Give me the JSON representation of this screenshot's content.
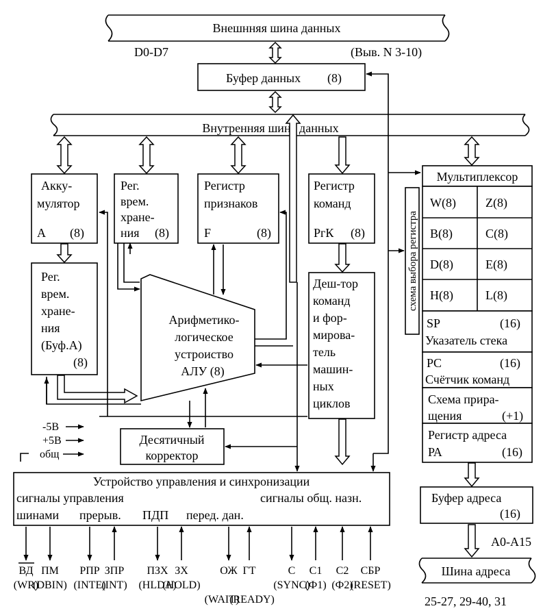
{
  "ext_bus": {
    "label": "Внешнняя шина данных",
    "d_pins": "D0-D7",
    "pin_note": "(Выв. N 3-10)"
  },
  "data_buffer": {
    "label": "Буфер данных",
    "width": "(8)"
  },
  "int_bus": {
    "label": "Внутренняя шина данных"
  },
  "accumulator": {
    "l1": "Акку-",
    "l2": "мулятор",
    "l3": "A",
    "l4": "(8)"
  },
  "temp_reg": {
    "l1": "Рег.",
    "l2": "врем.",
    "l3": "хране-",
    "l4": "ния",
    "l5": "(8)"
  },
  "flags_reg": {
    "l1": "Регистр",
    "l2": "признаков",
    "l3": "F",
    "l4": "(8)"
  },
  "cmd_reg": {
    "l1": "Регистр",
    "l2": "команд",
    "l3": "РгК",
    "l4": "(8)"
  },
  "buf_a": {
    "l1": "Рег.",
    "l2": "врем.",
    "l3": "хране-",
    "l4": "ния",
    "l5": "(Буф.А)",
    "l6": "(8)"
  },
  "alu": {
    "l1": "Арифметико-",
    "l2": "логическое",
    "l3": "устроиство",
    "l4": "АЛУ  (8)"
  },
  "decoder": {
    "l1": "Деш-тор",
    "l2": "команд",
    "l3": "и фор-",
    "l4": "мирова-",
    "l5": "тель",
    "l6": "машин-",
    "l7": "ных",
    "l8": "циклов"
  },
  "bcd": {
    "l1": "Десятичный",
    "l2": "корректор"
  },
  "power": {
    "m5": "-5В",
    "p5": "+5В",
    "gnd": "общ"
  },
  "ctrl": {
    "title": "Устройство управления и синхронизации",
    "bus_signals": "сигналы управления",
    "general": "сигналы общ. назн.",
    "buses": "шинами",
    "interrupt": "прерыв.",
    "dma": "ПДП",
    "transfer": "перед. дан."
  },
  "selector": {
    "label": "схема выбора регистра"
  },
  "multiplexer": {
    "label": "Мультиплексор"
  },
  "regs": [
    {
      "name": "W(8)"
    },
    {
      "name": "Z(8)"
    },
    {
      "name": "B(8)"
    },
    {
      "name": "C(8)"
    },
    {
      "name": "D(8)"
    },
    {
      "name": "E(8)"
    },
    {
      "name": "H(8)"
    },
    {
      "name": "L(8)"
    }
  ],
  "sp": {
    "l1": "SP",
    "w": "(16)",
    "l2": "Указатель стека"
  },
  "pc": {
    "l1": "PC",
    "w": "(16)",
    "l2": "Счётчик команд"
  },
  "inc": {
    "l1": "Схема прира-",
    "l2": "щения",
    "w": "(+1)"
  },
  "ra": {
    "l1": "Регистр адреса",
    "l2": "РА",
    "w": "(16)"
  },
  "addr_buffer": {
    "l1": "Буфер адреса",
    "w": "(16)"
  },
  "addr_pins": "A0-A15",
  "addr_bus": {
    "label": "Шина адреса",
    "pin_note": "25-27, 29-40, 31"
  },
  "signals": [
    {
      "top": "ВД",
      "bot": "(WR)",
      "bot2": "",
      "dir": "out"
    },
    {
      "top": "ПМ",
      "bot": "(DBIN)",
      "bot2": "",
      "dir": "out"
    },
    {
      "top": "РПР",
      "bot": "(INTE)",
      "bot2": "",
      "dir": "out"
    },
    {
      "top": "ЗПР",
      "bot": "(INT)",
      "bot2": "",
      "dir": "in"
    },
    {
      "top": "ПЗХ",
      "bot": "(HLDA)",
      "bot2": "",
      "dir": "out"
    },
    {
      "top": "ЗХ",
      "bot": "(HOLD)",
      "bot2": "",
      "dir": "in"
    },
    {
      "top": "ОЖ",
      "bot": "",
      "bot2": "(WAIT)",
      "dir": "out"
    },
    {
      "top": "ГТ",
      "bot": "",
      "bot2": "(READY)",
      "dir": "in"
    },
    {
      "top": "С",
      "bot": "(SYNC)",
      "bot2": "",
      "dir": "out"
    },
    {
      "top": "С1",
      "bot": "(Ф1)",
      "bot2": "",
      "dir": "in"
    },
    {
      "top": "С2",
      "bot": "(Ф2)",
      "bot2": "",
      "dir": "in"
    },
    {
      "top": "СБР",
      "bot": "(RESET)",
      "bot2": "",
      "dir": "in"
    }
  ]
}
